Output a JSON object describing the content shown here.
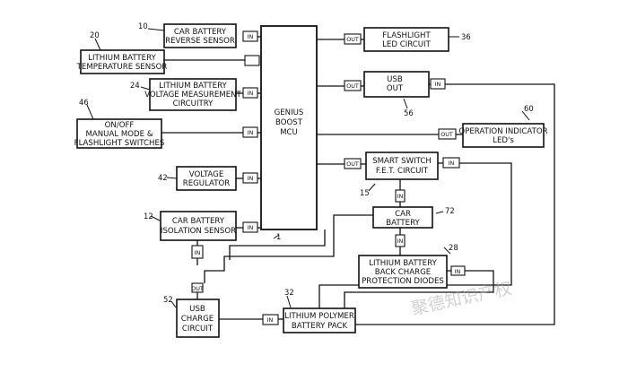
{
  "blocks": {
    "car_batt_rev": {
      "ref": "10",
      "lines": [
        "CAR BATTERY",
        "REVERSE SENSOR"
      ],
      "port": "IN"
    },
    "li_temp": {
      "ref": "20",
      "lines": [
        "LITHIUM BATTERY",
        "TEMPERATURE SENSOR"
      ]
    },
    "li_volt": {
      "ref": "24",
      "lines": [
        "LITHIUM BATTERY",
        "VOLTAGE MEASUREMENT",
        "CIRCUITRY"
      ],
      "port": "IN"
    },
    "switches": {
      "ref": "46",
      "lines": [
        "ON/OFF",
        "MANUAL MODE &",
        "FLASHLIGHT SWITCHES"
      ],
      "port": "IN"
    },
    "regulator": {
      "ref": "42",
      "lines": [
        "VOLTAGE",
        "REGULATOR"
      ],
      "port": "IN"
    },
    "isolation": {
      "ref": "12",
      "lines": [
        "CAR BATTERY",
        "ISOLATION SENSOR"
      ],
      "port": "IN",
      "port2": "IN"
    },
    "mcu": {
      "ref": "1",
      "lines": [
        "GENIUS",
        "BOOST",
        "MCU"
      ]
    },
    "flashlight": {
      "ref": "36",
      "lines": [
        "FLASHLIGHT",
        "LED CIRCUIT"
      ],
      "port": "OUT"
    },
    "usb_out": {
      "ref": "56",
      "lines": [
        "USB",
        "OUT"
      ],
      "port": "OUT",
      "port2": "IN"
    },
    "op_indicator": {
      "ref": "60",
      "lines": [
        "OPERATION INDICATOR",
        "LED's"
      ],
      "port": "OUT"
    },
    "smart_switch": {
      "ref": "15",
      "lines": [
        "SMART SWITCH",
        "F.E.T. CIRCUIT"
      ],
      "port": "OUT",
      "port2": "IN"
    },
    "car_battery": {
      "ref": "72",
      "lines": [
        "CAR",
        "BATTERY"
      ],
      "port": "IN"
    },
    "backcharge": {
      "ref": "28",
      "lines": [
        "LITHIUM BATTERY",
        "BACK CHARGE",
        "PROTECTION DIODES"
      ],
      "port": "IN",
      "port2": "IN"
    },
    "usb_charge": {
      "ref": "52",
      "lines": [
        "USB",
        "CHARGE",
        "CIRCUIT"
      ],
      "port": "OUT"
    },
    "li_pack": {
      "ref": "32",
      "lines": [
        "LITHIUM POLYMER",
        "BATTERY PACK"
      ],
      "port": "IN"
    }
  },
  "watermark": "聚德知识产权"
}
